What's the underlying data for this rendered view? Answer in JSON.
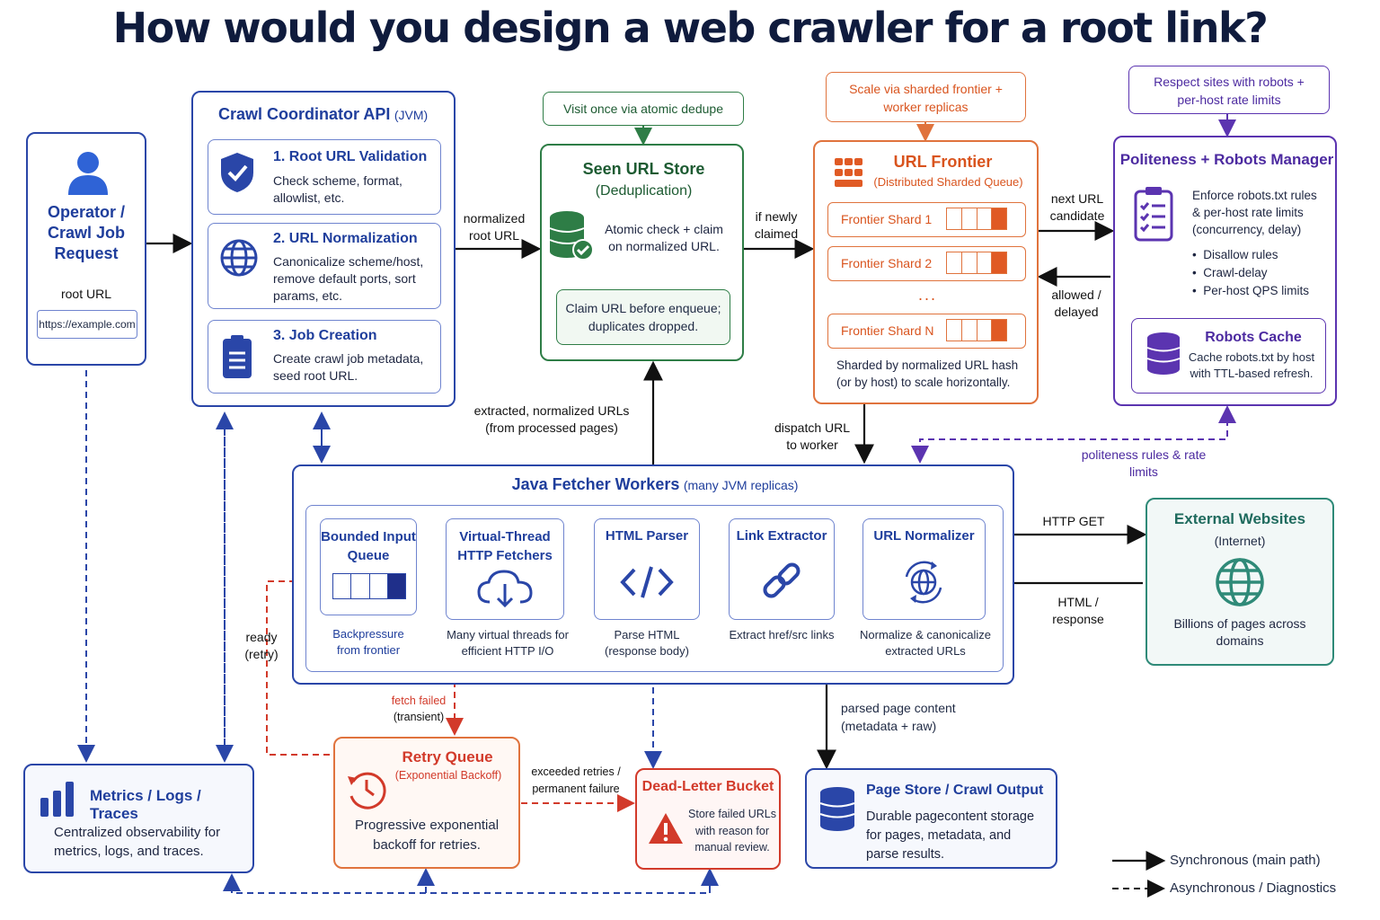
{
  "title": "How would you design a web crawler for a root link?",
  "operator": {
    "title": "Operator / Crawl Job Request",
    "field_label": "root URL",
    "field_value": "https://example.com"
  },
  "coordinator": {
    "title": "Crawl Coordinator API",
    "title_suffix": "(JVM)",
    "steps": [
      {
        "title": "1. Root URL Validation",
        "desc": "Check scheme, format, allowlist, etc."
      },
      {
        "title": "2. URL Normalization",
        "desc": "Canonicalize scheme/host, remove default ports, sort params, etc."
      },
      {
        "title": "3. Job Creation",
        "desc": "Create crawl job metadata, seed root URL."
      }
    ]
  },
  "seen_store": {
    "callout": "Visit once via atomic dedupe",
    "title": "Seen URL Store",
    "subtitle": "(Deduplication)",
    "desc": "Atomic check + claim on normalized URL.",
    "note": "Claim URL before enqueue; duplicates dropped."
  },
  "frontier": {
    "callout": "Scale via sharded frontier + worker replicas",
    "title": "URL Frontier",
    "subtitle": "(Distributed Sharded Queue)",
    "shards": [
      "Frontier Shard 1",
      "Frontier Shard 2",
      "Frontier Shard N"
    ],
    "ellipsis": "...",
    "note": "Sharded by normalized URL hash (or by host) to scale horizontally."
  },
  "politeness": {
    "callout": "Respect sites with robots + per-host rate limits",
    "title": "Politeness + Robots Manager",
    "desc": "Enforce robots.txt rules & per-host rate limits (concurrency, delay)",
    "bullets": [
      "Disallow rules",
      "Crawl-delay",
      "Per-host QPS limits"
    ],
    "cache_title": "Robots Cache",
    "cache_desc": "Cache robots.txt by host with TTL-based refresh."
  },
  "workers": {
    "title": "Java Fetcher Workers",
    "title_suffix": "(many JVM replicas)",
    "stages": [
      {
        "title": "Bounded Input Queue",
        "caption": "Backpressure from frontier"
      },
      {
        "title": "Virtual-Thread HTTP Fetchers",
        "caption": "Many virtual threads for efficient HTTP I/O"
      },
      {
        "title": "HTML Parser",
        "caption": "Parse HTML (response body)"
      },
      {
        "title": "Link Extractor",
        "caption": "Extract href/src links"
      },
      {
        "title": "URL Normalizer",
        "caption": "Normalize & canonicalize extracted URLs"
      }
    ]
  },
  "external": {
    "title": "External Websites",
    "subtitle": "(Internet)",
    "desc": "Billions of pages across domains"
  },
  "metrics": {
    "title": "Metrics / Logs / Traces",
    "desc": "Centralized observability for metrics, logs, and traces."
  },
  "retry": {
    "title": "Retry Queue",
    "subtitle": "(Exponential Backoff)",
    "desc": "Progressive exponential backoff for retries."
  },
  "dlq": {
    "title": "Dead-Letter Bucket",
    "desc": "Store failed URLs with reason for manual review."
  },
  "page_store": {
    "title": "Page Store / Crawl Output",
    "desc": "Durable pagecontent storage for pages, metadata, and parse results."
  },
  "edges": {
    "normalized_root": "normalized root URL",
    "if_newly": "if newly claimed",
    "next_url": "next URL candidate",
    "allowed": "allowed / delayed",
    "dispatch": "dispatch URL to worker",
    "politeness_rules": "politeness rules & rate limits",
    "extracted": "extracted, normalized URLs (from processed pages)",
    "http_get": "HTTP GET",
    "html_response": "HTML / response",
    "ready": "ready (retry)",
    "fetch_failed": "fetch failed",
    "transient": "(transient)",
    "exceeded": "exceeded retries / permanent failure",
    "parsed": "parsed page content (metadata + raw)"
  },
  "legend": {
    "sync": "Synchronous (main path)",
    "async": "Asynchronous / Diagnostics"
  },
  "colors": {
    "navy": "#2a46a8",
    "green": "#2e7d46",
    "orange": "#e0733d",
    "purple": "#5b34b0",
    "red": "#d23a2a",
    "teal": "#2f8a78"
  }
}
